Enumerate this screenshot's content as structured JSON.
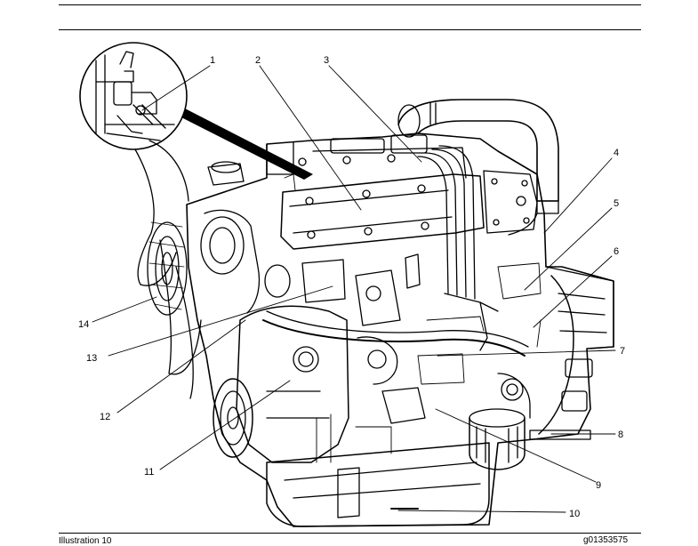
{
  "figure": {
    "caption": "Illustration 10",
    "reference_id": "g01353575"
  },
  "callouts": [
    {
      "number": "1"
    },
    {
      "number": "2"
    },
    {
      "number": "3"
    },
    {
      "number": "4"
    },
    {
      "number": "5"
    },
    {
      "number": "6"
    },
    {
      "number": "7"
    },
    {
      "number": "8"
    },
    {
      "number": "9"
    },
    {
      "number": "10"
    },
    {
      "number": "11"
    },
    {
      "number": "12"
    },
    {
      "number": "13"
    },
    {
      "number": "14"
    }
  ]
}
